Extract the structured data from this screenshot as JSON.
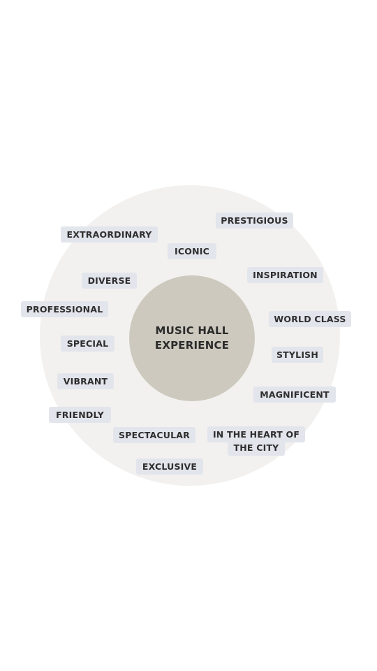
{
  "center": {
    "line1": "MUSIC HALL",
    "line2": "EXPERIENCE"
  },
  "tags": {
    "prestigious": "PRESTIGIOUS",
    "extraordinary": "EXTRAORDINARY",
    "iconic": "ICONIC",
    "inspiration": "INSPIRATION",
    "diverse": "DIVERSE",
    "professional": "PROFESSIONAL",
    "world_class": "WORLD CLASS",
    "special": "SPECIAL",
    "stylish": "STYLISH",
    "vibrant": "VIBRANT",
    "magnificent": "MAGNIFICENT",
    "friendly": "FRIENDLY",
    "spectacular": "SPECTACULAR",
    "heart_line1": "IN THE HEART OF",
    "heart_line2": "THE CITY",
    "exclusive": "EXCLUSIVE"
  },
  "colors": {
    "outer_ring": "#f2f1ef",
    "center_circle": "#cdc9be",
    "tag_background": "#e3e5ec",
    "text": "#2e2e2e"
  }
}
